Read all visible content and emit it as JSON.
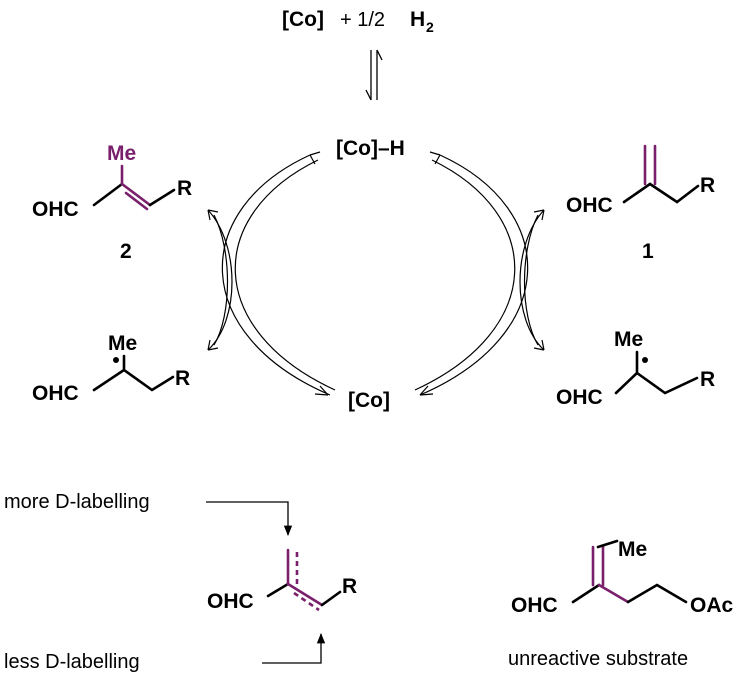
{
  "top_reagent": {
    "co": "[Co]",
    "plus": "+ 1/2",
    "h2": "H",
    "h2_sub": "2"
  },
  "cobalt_hydride": "[Co]–H",
  "cobalt": "[Co]",
  "compound_2": {
    "substituent": "Me",
    "aldehyde": "OHC",
    "r_group": "R",
    "number": "2"
  },
  "compound_1": {
    "aldehyde": "OHC",
    "r_group": "R",
    "number": "1"
  },
  "radical_left": {
    "substituent": "Me",
    "aldehyde": "OHC",
    "r_group": "R"
  },
  "radical_right": {
    "substituent": "Me",
    "aldehyde": "OHC",
    "r_group": "R"
  },
  "labelling": {
    "more": "more D-labelling",
    "less": "less D-labelling",
    "aldehyde": "OHC",
    "r_group": "R"
  },
  "unreactive": {
    "substituent": "Me",
    "aldehyde": "OHC",
    "ester": "OAc",
    "caption": "unreactive substrate"
  },
  "colors": {
    "highlight": "#7a1f6c",
    "ink": "#000000"
  }
}
